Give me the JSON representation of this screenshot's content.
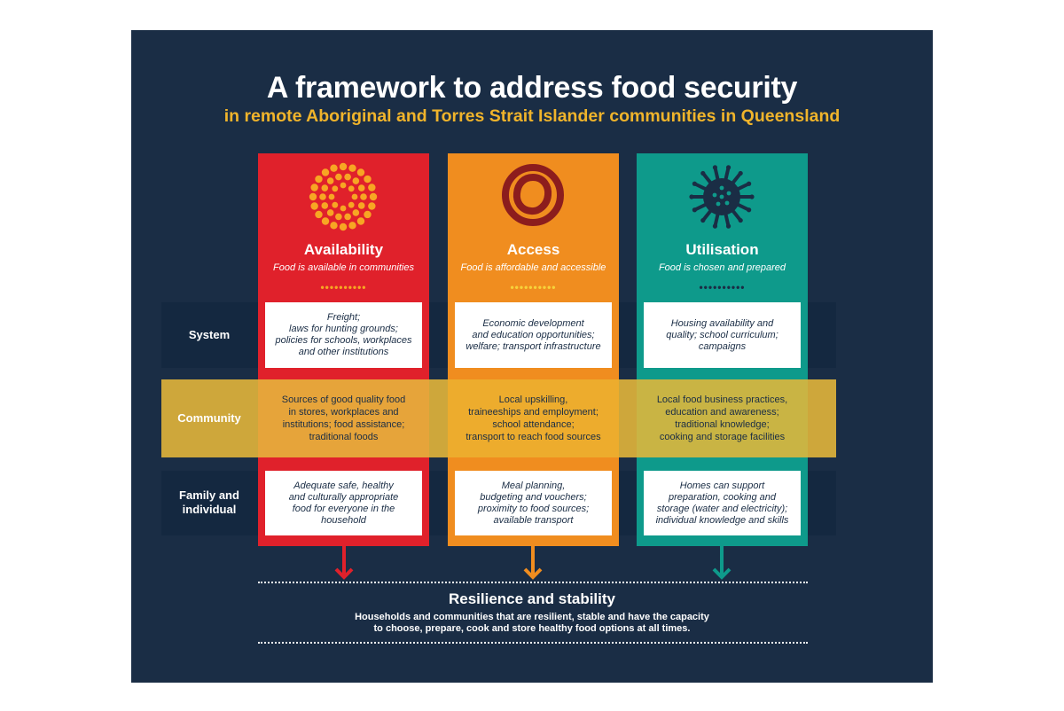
{
  "title": "A framework to address food security",
  "subtitle": "in remote Aboriginal and Torres Strait Islander communities in Queensland",
  "rows": {
    "system": "System",
    "community": "Community",
    "family": [
      "Family and",
      "individual"
    ]
  },
  "columns": [
    {
      "name": "Availability",
      "tagline": "Food is available in communities",
      "dots": "••••••••••",
      "dots_color": "#f7a623",
      "icon": "concentric-dot-circles-icon",
      "system": [
        "Freight;",
        "laws for hunting grounds;",
        "policies for schools, workplaces",
        "and other institutions"
      ],
      "community": [
        "Sources of good quality food",
        "in stores, workplaces and",
        "institutions; food assistance;",
        "traditional foods"
      ],
      "family": [
        "Adequate safe, healthy",
        "and culturally appropriate",
        "food for everyone in the",
        "household"
      ]
    },
    {
      "name": "Access",
      "tagline": "Food is affordable and accessible",
      "dots": "••••••••••",
      "dots_color": "#f7d23a",
      "icon": "waterhole-rings-icon",
      "system": [
        "Economic development",
        "and education opportunities;",
        "welfare; transport infrastructure"
      ],
      "community": [
        "Local upskilling,",
        "traineeships and employment;",
        "school attendance;",
        "transport to reach food sources"
      ],
      "family": [
        "Meal planning,",
        "budgeting and vouchers;",
        "proximity to food sources;",
        "available transport"
      ]
    },
    {
      "name": "Utilisation",
      "tagline": "Food is chosen and prepared",
      "dots": "••••••••••",
      "dots_color": "#1a2d45",
      "icon": "spiky-sun-icon",
      "system": [
        "Housing availability and",
        "quality; school curriculum;",
        "campaigns"
      ],
      "community": [
        "Local food business practices,",
        "education and awareness;",
        "traditional knowledge;",
        "cooking and storage facilities"
      ],
      "family": [
        "Homes can support",
        "preparation, cooking and",
        "storage (water and electricity);",
        "individual knowledge and skills"
      ]
    }
  ],
  "resilience": {
    "title": "Resilience and stability",
    "text": [
      "Households and communities that are resilient, stable and have the capacity",
      "to choose, prepare, cook and store healthy food options at all times."
    ]
  },
  "colors": {
    "background": "#1a2d45",
    "red": "#e0212b",
    "orange": "#f08d1f",
    "teal": "#0e9a8b",
    "gold": "#f0b42b",
    "icon_red_dots": "#f7a623",
    "icon_access_rings": "#8c1d1d",
    "icon_utilisation": "#1a2d45"
  }
}
